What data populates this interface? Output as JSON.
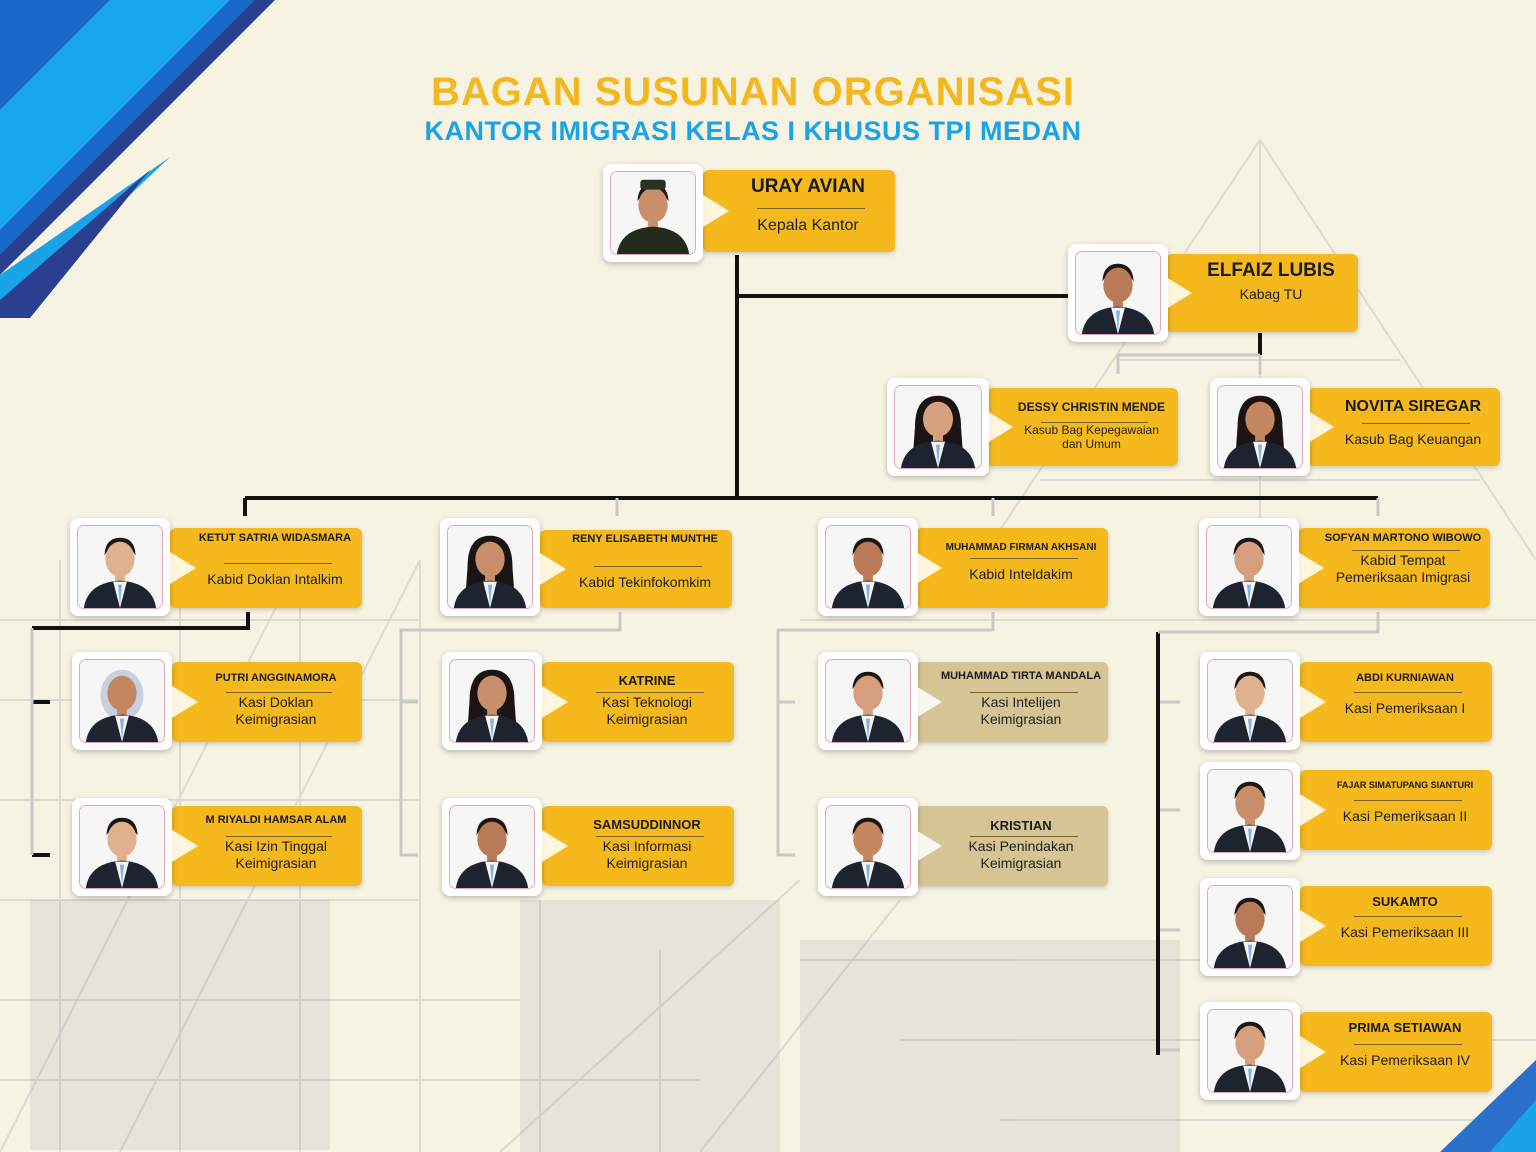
{
  "header": {
    "title": "BAGAN SUSUNAN ORGANISASI",
    "subtitle": "KANTOR IMIGRASI KELAS I KHUSUS TPI MEDAN"
  },
  "colors": {
    "plate": "#f5b91e",
    "plate_muted": "#d5c594",
    "title": "#f5b720",
    "subtitle": "#1aa3e6",
    "connector": "#111111",
    "background": "#f7f3e3"
  },
  "people": {
    "kepala": {
      "name": "URAY AVIAN",
      "title": "Kepala Kantor"
    },
    "kabag_tu": {
      "name": "ELFAIZ LUBIS",
      "title": "Kabag TU"
    },
    "kasubbag_kepeg": {
      "name": "DESSY CHRISTIN MENDE",
      "title": "Kasub Bag Kepegawaian\ndan Umum"
    },
    "kasubbag_keu": {
      "name": "NOVITA SIREGAR",
      "title": "Kasub Bag Keuangan"
    },
    "kabid_doklan": {
      "name": "KETUT SATRIA WIDASMARA",
      "title": "Kabid Doklan Intalkim"
    },
    "kabid_tekinfo": {
      "name": "RENY ELISABETH MUNTHE",
      "title": "Kabid Tekinfokomkim"
    },
    "kabid_intel": {
      "name": "MUHAMMAD FIRMAN AKHSANI",
      "title": "Kabid Inteldakim"
    },
    "kabid_tpi": {
      "name": "SOFYAN MARTONO WIBOWO",
      "title": "Kabid Tempat\nPemeriksaan Imigrasi"
    },
    "kasi_doklan": {
      "name": "PUTRI ANGGINAMORA",
      "title": "Kasi Doklan\nKeimigrasian"
    },
    "kasi_izin": {
      "name": "M RIYALDI HAMSAR ALAM",
      "title": "Kasi Izin Tinggal\nKeimigrasian"
    },
    "kasi_tekno": {
      "name": "KATRINE",
      "title": "Kasi Teknologi\nKeimigrasian"
    },
    "kasi_info": {
      "name": "SAMSUDDINNOR",
      "title": "Kasi Informasi\nKeimigrasian"
    },
    "kasi_intel": {
      "name": "MUHAMMAD TIRTA MANDALA",
      "title": "Kasi  Intelijen\nKeimigrasian"
    },
    "kasi_tindak": {
      "name": "KRISTIAN",
      "title": "Kasi Penindakan\nKeimigrasian"
    },
    "kasi_p1": {
      "name": "ABDI KURNIAWAN",
      "title": "Kasi Pemeriksaan I"
    },
    "kasi_p2": {
      "name": "FAJAR SIMATUPANG SIANTURI",
      "title": "Kasi Pemeriksaan II"
    },
    "kasi_p3": {
      "name": "SUKAMTO",
      "title": "Kasi Pemeriksaan III"
    },
    "kasi_p4": {
      "name": "PRIMA SETIAWAN",
      "title": "Kasi Pemeriksaan IV"
    }
  }
}
